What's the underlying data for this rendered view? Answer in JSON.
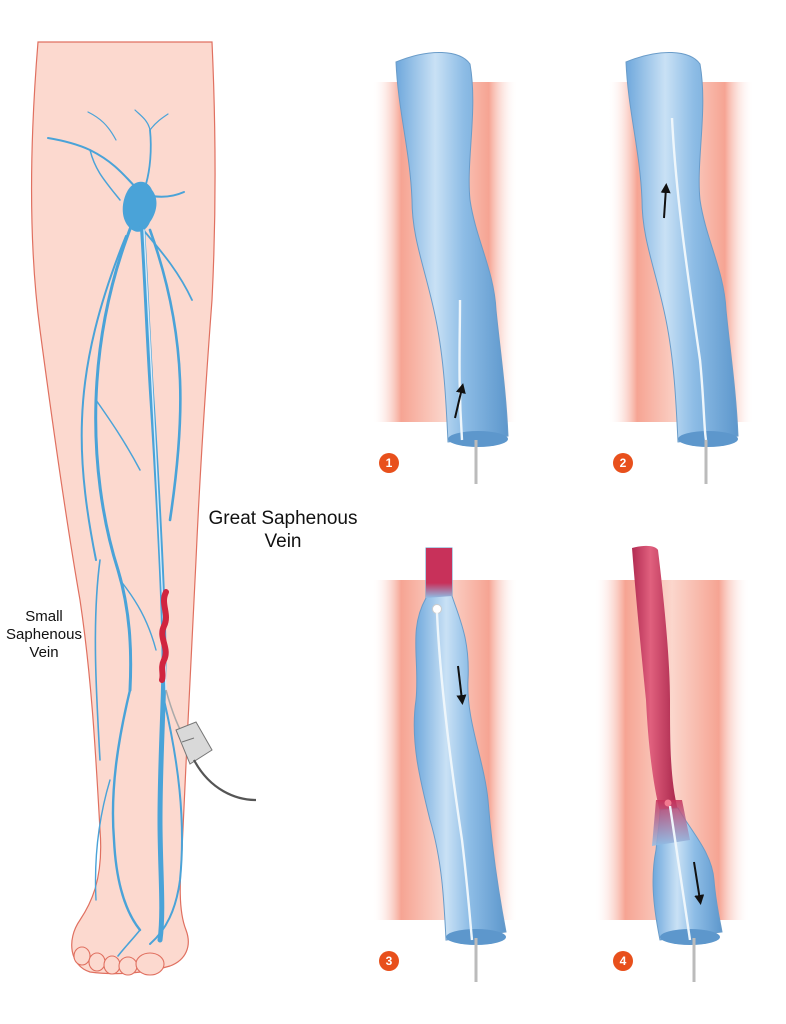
{
  "labels": {
    "great_saphenous": "Great Saphenous Vein",
    "small_saphenous": "Small Saphenous Vein"
  },
  "steps": [
    "1",
    "2",
    "3",
    "4"
  ],
  "colors": {
    "skin": "#fcd9cf",
    "skin_outline": "#e07060",
    "vein": "#4aa3d8",
    "vein_light": "#9cc9ec",
    "treated": "#c8315a",
    "tissue": "#f6a493",
    "badge": "#e8501c"
  }
}
